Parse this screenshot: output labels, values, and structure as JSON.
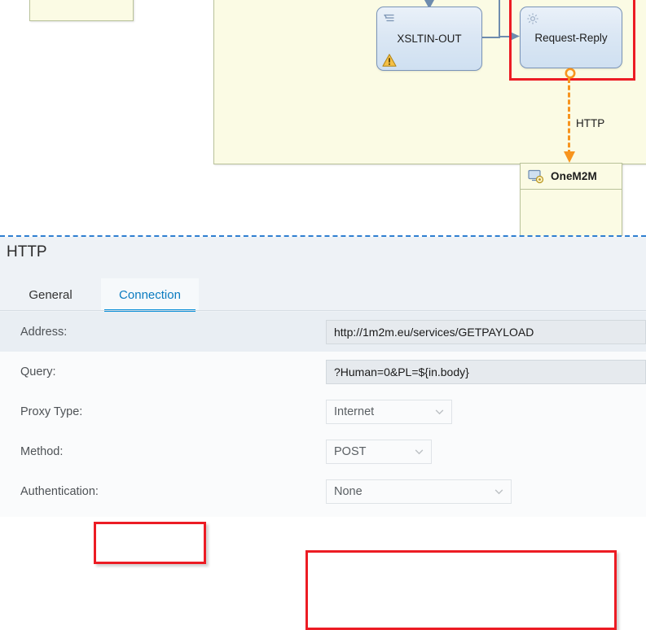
{
  "diagram": {
    "nodes": [
      {
        "id": "xsltin-out",
        "label": "XSLTIN-OUT",
        "icon": "list-icon",
        "status_icon": "warning-icon"
      },
      {
        "id": "request-reply",
        "label": "Request-Reply",
        "icon": "gear-icon",
        "highlighted": true
      }
    ],
    "participant": {
      "label": "OneM2M",
      "icon": "onem2m-icon"
    },
    "message_flow": {
      "label": "HTTP",
      "color": "#f7941e",
      "style": "dashed"
    },
    "highlight_color": "#ec1c24",
    "pool_fill": "#fbfbe4",
    "pool_border": "#b9c29a"
  },
  "panel": {
    "title": "HTTP",
    "tabs": [
      {
        "id": "general",
        "label": "General",
        "active": false
      },
      {
        "id": "connection",
        "label": "Connection",
        "active": true,
        "highlighted": true
      }
    ],
    "active_tab_color": "#0a8fd8",
    "fields": [
      {
        "id": "address",
        "label": "Address:",
        "type": "text",
        "value": "http://1m2m.eu/services/GETPAYLOAD",
        "highlighted": true
      },
      {
        "id": "query",
        "label": "Query:",
        "type": "text",
        "value": "?Human=0&PL=${in.body}",
        "highlighted": true
      },
      {
        "id": "proxy-type",
        "label": "Proxy Type:",
        "type": "select",
        "value": "Internet"
      },
      {
        "id": "method",
        "label": "Method:",
        "type": "select",
        "value": "POST"
      },
      {
        "id": "authentication",
        "label": "Authentication:",
        "type": "select",
        "value": "None"
      }
    ]
  }
}
